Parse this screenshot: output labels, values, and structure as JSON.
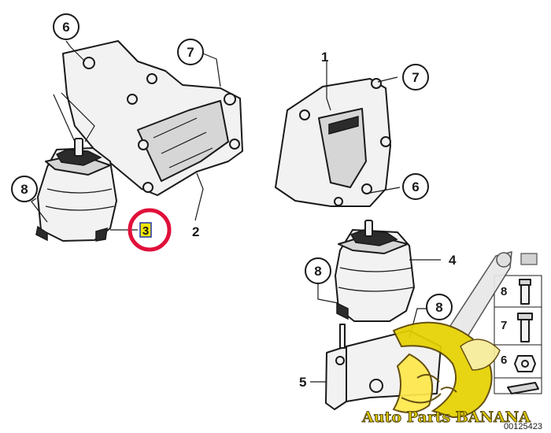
{
  "diagram": {
    "callouts": {
      "c6_top": "6",
      "c7_top": "7",
      "c8_left": "8",
      "c2": "2",
      "c3": "3",
      "c1": "1",
      "c7_right": "7",
      "c6_right": "6",
      "c4": "4",
      "c8_mid": "8",
      "c8_low": "8",
      "c5": "5"
    },
    "hardware_legend": [
      "8",
      "7",
      "6"
    ],
    "highlight_color": "#e0103a",
    "highlight_box_color": "#f2e600",
    "watermark": {
      "brand_text": "Auto Parts BANANA",
      "color": "#e5d200"
    },
    "document_number": "00125423"
  }
}
